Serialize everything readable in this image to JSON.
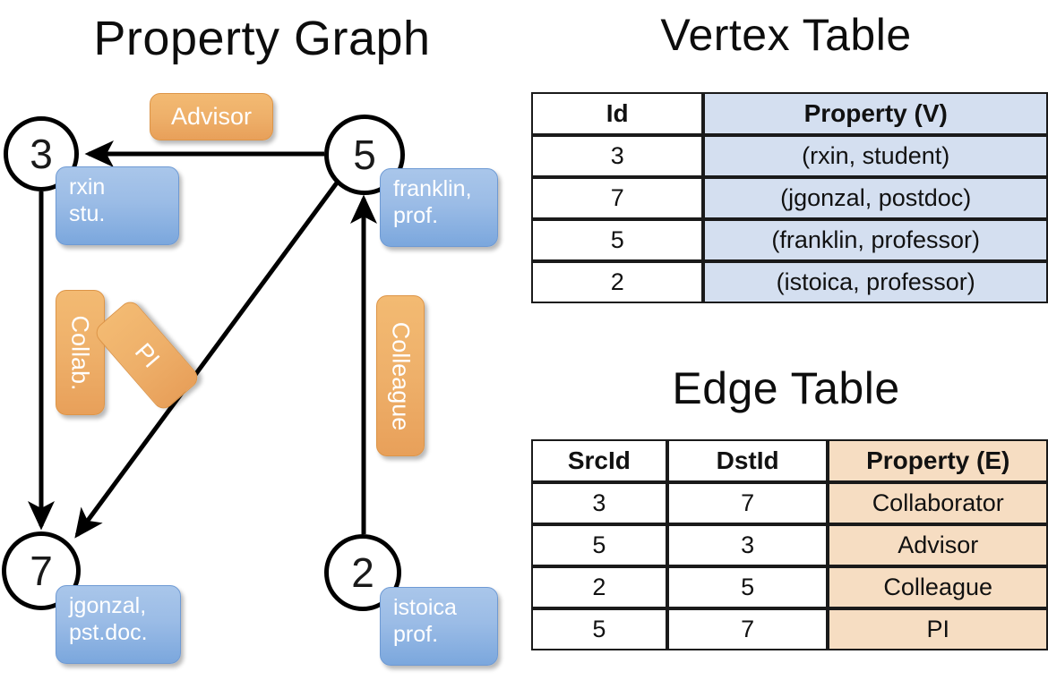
{
  "titles": {
    "property_graph": "Property Graph",
    "vertex_table": "Vertex Table",
    "edge_table": "Edge Table"
  },
  "colors": {
    "vertex_box": "#9bbce6",
    "edge_box": "#eeb06a",
    "vertex_cell": "#d4dff0",
    "edge_cell": "#f6ddc2",
    "stroke": "#000000"
  },
  "graph": {
    "nodes": [
      {
        "id": "3",
        "property": "rxin\nstu."
      },
      {
        "id": "5",
        "property": "franklin,\nprof."
      },
      {
        "id": "7",
        "property": "jgonzal,\npst.doc."
      },
      {
        "id": "2",
        "property": "istoica\nprof."
      }
    ],
    "node_labels": {
      "n3": "3",
      "n5": "5",
      "n7": "7",
      "n2": "2"
    },
    "vertex_boxes": {
      "rxin_line1": "rxin",
      "rxin_line2": "stu.",
      "franklin_line1": "franklin,",
      "franklin_line2": "prof.",
      "jgonzal_line1": "jgonzal,",
      "jgonzal_line2": "pst.doc.",
      "istoica_line1": "istoica",
      "istoica_line2": "prof."
    },
    "edge_labels": {
      "advisor": "Advisor",
      "collab": "Collab.",
      "pi": "PI",
      "colleague": "Colleague"
    },
    "edges": [
      {
        "from": "5",
        "to": "3",
        "label": "Advisor"
      },
      {
        "from": "3",
        "to": "7",
        "label": "Collab."
      },
      {
        "from": "5",
        "to": "7",
        "label": "PI"
      },
      {
        "from": "2",
        "to": "5",
        "label": "Colleague"
      }
    ]
  },
  "vertex_table": {
    "headers": [
      "Id",
      "Property (V)"
    ],
    "rows": [
      [
        "3",
        "(rxin, student)"
      ],
      [
        "7",
        "(jgonzal, postdoc)"
      ],
      [
        "5",
        "(franklin, professor)"
      ],
      [
        "2",
        "(istoica, professor)"
      ]
    ]
  },
  "edge_table": {
    "headers": [
      "SrcId",
      "DstId",
      "Property (E)"
    ],
    "rows": [
      [
        "3",
        "7",
        "Collaborator"
      ],
      [
        "5",
        "3",
        "Advisor"
      ],
      [
        "2",
        "5",
        "Colleague"
      ],
      [
        "5",
        "7",
        "PI"
      ]
    ]
  }
}
